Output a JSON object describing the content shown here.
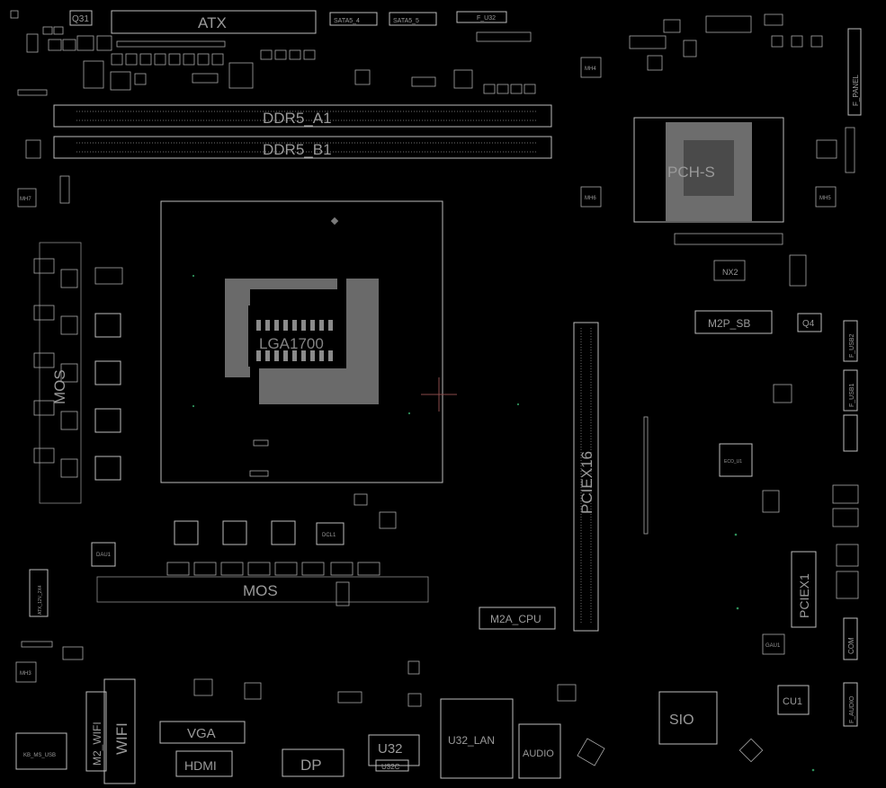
{
  "board": {
    "background": "#000000",
    "outline_color": "#bdbdbd",
    "label_color": "#9a9a9a",
    "marker_color": "#8a4a4a",
    "dot_color": "#2e8f5a"
  },
  "labels": {
    "q31": "Q31",
    "atx": "ATX",
    "sata4": "SATA5_4",
    "sata5": "SATA5_5",
    "jusb": "F_U32",
    "ddr5_a1": "DDR5_A1",
    "ddr5_b1": "DDR5_B1",
    "lga": "LGA1700",
    "pch": "PCH-S",
    "mh4": "MH4",
    "mh6": "MH6",
    "mh5": "MH5",
    "mh7": "MH7",
    "mh3": "MH3",
    "f_panel": "F_PANEL",
    "nx2": "NX2",
    "m2p_sb": "M2P_SB",
    "q4": "Q4",
    "f_usb2": "F_USB2",
    "f_usb1": "F_USB1",
    "pciex16": "PCIEX16",
    "pciex1": "PCIEX1",
    "m2a_cpu": "M2A_CPU",
    "mos": "MOS",
    "vmos": "MOS",
    "sio": "SIO",
    "cu1": "CU1",
    "com": "COM",
    "f_audio": "F_AUDIO",
    "vga": "VGA",
    "hdmi": "HDMI",
    "dp": "DP",
    "u32": "U32",
    "u32c": "U32C",
    "u32_lan": "U32_LAN",
    "audio": "AUDIO",
    "m2_wifi": "M2_WIFI",
    "wifi": "WIFI",
    "usb_rear": "KB_MS_USB",
    "atx12v": "ATX_12V_2X4",
    "dau1": "DAU1",
    "dcl1": "DCL1",
    "ec1": "ECO_U1",
    "gau1": "GAU1"
  }
}
